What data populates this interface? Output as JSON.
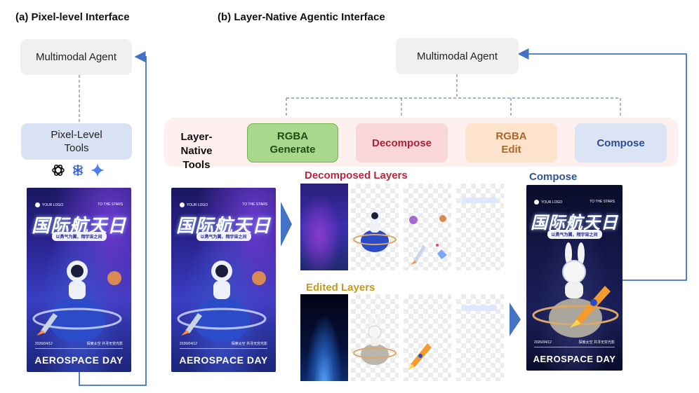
{
  "headings": {
    "pixel": "(a) Pixel-level Interface",
    "layer": "(b) Layer-Native Agentic Interface"
  },
  "pixel_side": {
    "agent": "Multimodal Agent",
    "tools": "Pixel-Level Tools"
  },
  "layer_side": {
    "agent": "Multimodal Agent",
    "tools_label": "Layer-Native Tools",
    "tools": [
      "RGBA Generate",
      "Decompose",
      "RGBA Edit",
      "Compose"
    ]
  },
  "sections": {
    "decomposed": "Decomposed Layers",
    "edited": "Edited Layers",
    "compose": "Compose"
  },
  "poster": {
    "logo": "YOUR LOGO",
    "stars": "TO THE STARS",
    "title": "国际航天日",
    "subtitle": "以勇气为翼，翔宇宙之间",
    "date": "2026/04/12",
    "slogan": "探索太空 共寻无穷光影",
    "bottom": "AEROSPACE DAY"
  },
  "icons": [
    "openai-icon",
    "perplexity-icon",
    "gemini-icon"
  ],
  "colors": {
    "arrow": "#4472c4",
    "dashed": "#8496b0",
    "decompose_title": "#c0243a",
    "edited_title": "#c49a1c",
    "compose_title": "#2f5597"
  }
}
